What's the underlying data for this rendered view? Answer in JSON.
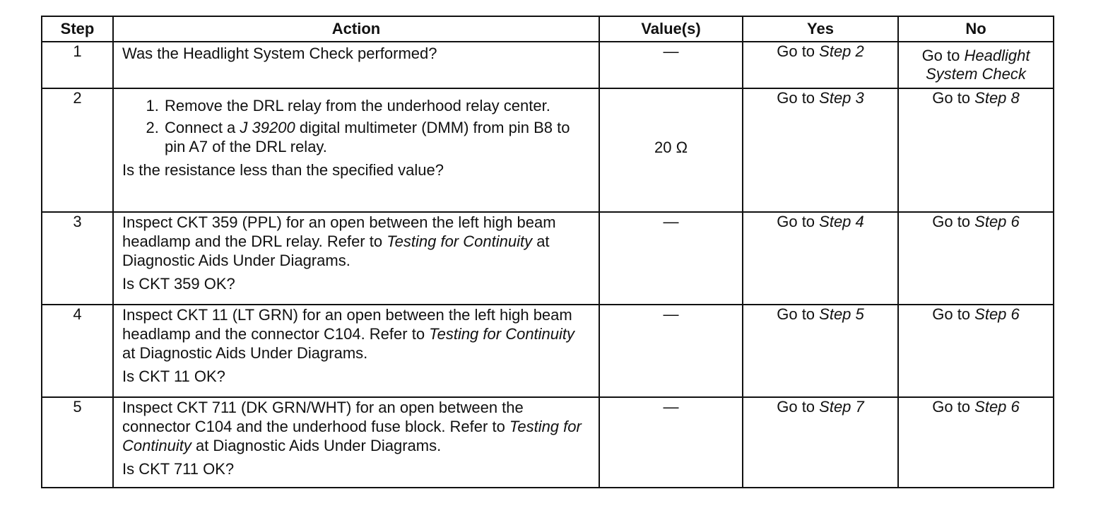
{
  "headers": {
    "step": "Step",
    "action": "Action",
    "values": "Value(s)",
    "yes": "Yes",
    "no": "No"
  },
  "rows": [
    {
      "step": "1",
      "action_q": "Was the Headlight System Check performed?",
      "value": "—",
      "yes": {
        "prefix": "Go to ",
        "target": "Step 2"
      },
      "no": {
        "prefix": "Go to ",
        "target_line1": "Headlight",
        "target_line2": "System Check"
      }
    },
    {
      "step": "2",
      "list": [
        {
          "text": "Remove the DRL relay from the underhood relay center."
        },
        {
          "pre": "Connect a ",
          "ital": "J 39200",
          "post": " digital multimeter (DMM) from pin B8 to pin A7 of the DRL relay."
        }
      ],
      "action_q": "Is the resistance less than the specified value?",
      "value": "20 Ω",
      "yes": {
        "prefix": "Go to ",
        "target": "Step 3"
      },
      "no": {
        "prefix": "Go to ",
        "target": "Step 8"
      }
    },
    {
      "step": "3",
      "action_pre": "Inspect CKT 359 (PPL) for an open between the left high beam headlamp and the DRL relay. Refer to ",
      "action_ital": "Testing for Continuity",
      "action_post": " at Diagnostic Aids Under Diagrams.",
      "action_q": "Is CKT 359 OK?",
      "value": "—",
      "yes": {
        "prefix": "Go to ",
        "target": "Step 4"
      },
      "no": {
        "prefix": "Go to ",
        "target": "Step 6"
      }
    },
    {
      "step": "4",
      "action_pre": "Inspect CKT 11 (LT GRN) for an open between the left high beam headlamp and the connector C104. Refer to ",
      "action_ital": "Testing for Continuity",
      "action_post": " at Diagnostic Aids Under Diagrams.",
      "action_q": "Is CKT 11 OK?",
      "value": "—",
      "yes": {
        "prefix": "Go to ",
        "target": "Step 5"
      },
      "no": {
        "prefix": "Go to ",
        "target": "Step 6"
      }
    },
    {
      "step": "5",
      "action_pre": "Inspect CKT 711 (DK GRN/WHT) for an open between the connector C104 and the underhood fuse block. Refer to ",
      "action_ital": "Testing for Continuity",
      "action_post": " at Diagnostic Aids Under Diagrams.",
      "action_q": "Is CKT 711 OK?",
      "value": "—",
      "yes": {
        "prefix": "Go to ",
        "target": "Step 7"
      },
      "no": {
        "prefix": "Go to ",
        "target": "Step 6"
      }
    }
  ]
}
